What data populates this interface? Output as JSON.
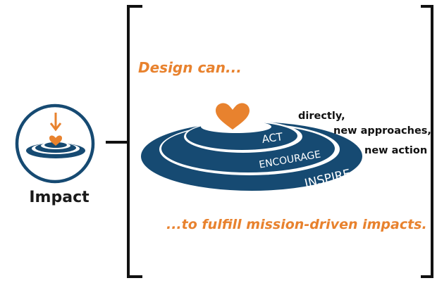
{
  "colors": {
    "navy": "#164a72",
    "orange": "#e8822e",
    "black": "#111111",
    "white": "#ffffff"
  },
  "icon": {
    "name": "impact-ripple-heart-icon",
    "label": "Impact"
  },
  "heading": "Design can...",
  "layers": [
    "ACT",
    "ENCOURAGE",
    "INSPIRE"
  ],
  "notes": [
    "directly,",
    "new approaches,",
    "new action"
  ],
  "footer": "...to fulfill mission-driven impacts."
}
